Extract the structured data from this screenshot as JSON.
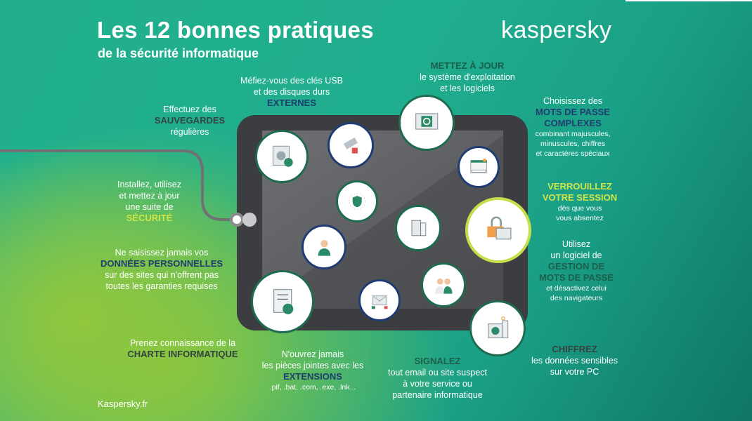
{
  "header": {
    "title": "Les 12 bonnes pratiques",
    "subtitle": "de la sécurité informatique",
    "logo": "kaspersky"
  },
  "footer": {
    "site": "Kaspersky.fr"
  },
  "tips": {
    "usb": [
      "Méfiez-vous des clés USB",
      "et des disques durs",
      "EXTERNES"
    ],
    "backup": [
      "Effectuez des",
      "SAUVEGARDES",
      "régulières"
    ],
    "update": [
      "METTEZ À JOUR",
      "le système d'exploitation",
      "et les logiciels"
    ],
    "passwords": [
      "Choisissez des",
      "MOTS DE PASSE",
      "COMPLEXES",
      "combinant majuscules,",
      "minuscules, chiffres",
      "et caractères spéciaux"
    ],
    "security": [
      "Installez, utilisez",
      "et mettez à jour",
      "une suite de",
      "SÉCURITÉ"
    ],
    "lock": [
      "VERROUILLEZ",
      "VOTRE SESSION",
      "dès que vous",
      "vous absentez"
    ],
    "personal": [
      "Ne saisissez jamais vos",
      "DONNÉES PERSONNELLES",
      "sur des sites qui n'offrent pas",
      "toutes les garanties requises"
    ],
    "manager": [
      "Utilisez",
      "un logiciel de",
      "GESTION DE",
      "MOTS DE PASSE",
      "et désactivez celui",
      "des navigateurs"
    ],
    "charter": [
      "Prenez connaissance de la",
      "CHARTE INFORMATIQUE"
    ],
    "attachments": [
      "N'ouvrez jamais",
      "les pièces jointes avec les",
      "EXTENSIONS",
      ".pif, .bat, .com, .exe, .lnk..."
    ],
    "report": [
      "SIGNALEZ",
      "tout email ou site suspect",
      "à votre service ou",
      "partenaire informatique"
    ],
    "encrypt": [
      "CHIFFREZ",
      "les données sensibles",
      "sur votre PC"
    ]
  },
  "colors": {
    "navy": "#1f3d6e",
    "dark_green": "#1c5e4a",
    "lime": "#cfe64a",
    "gray": "#34433f",
    "tablet": "#3b3d40"
  }
}
